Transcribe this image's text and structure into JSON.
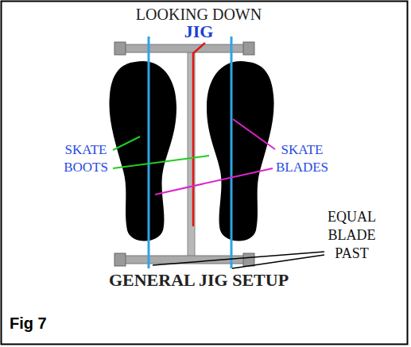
{
  "diagram": {
    "caption": "Fig 7",
    "labels": [
      "LOOKING DOWN",
      "JIG",
      "SKATE BOOTS",
      "SKATE BLADES",
      "EQUAL BLADE PAST",
      "GENERAL JIG SETUP"
    ]
  }
}
